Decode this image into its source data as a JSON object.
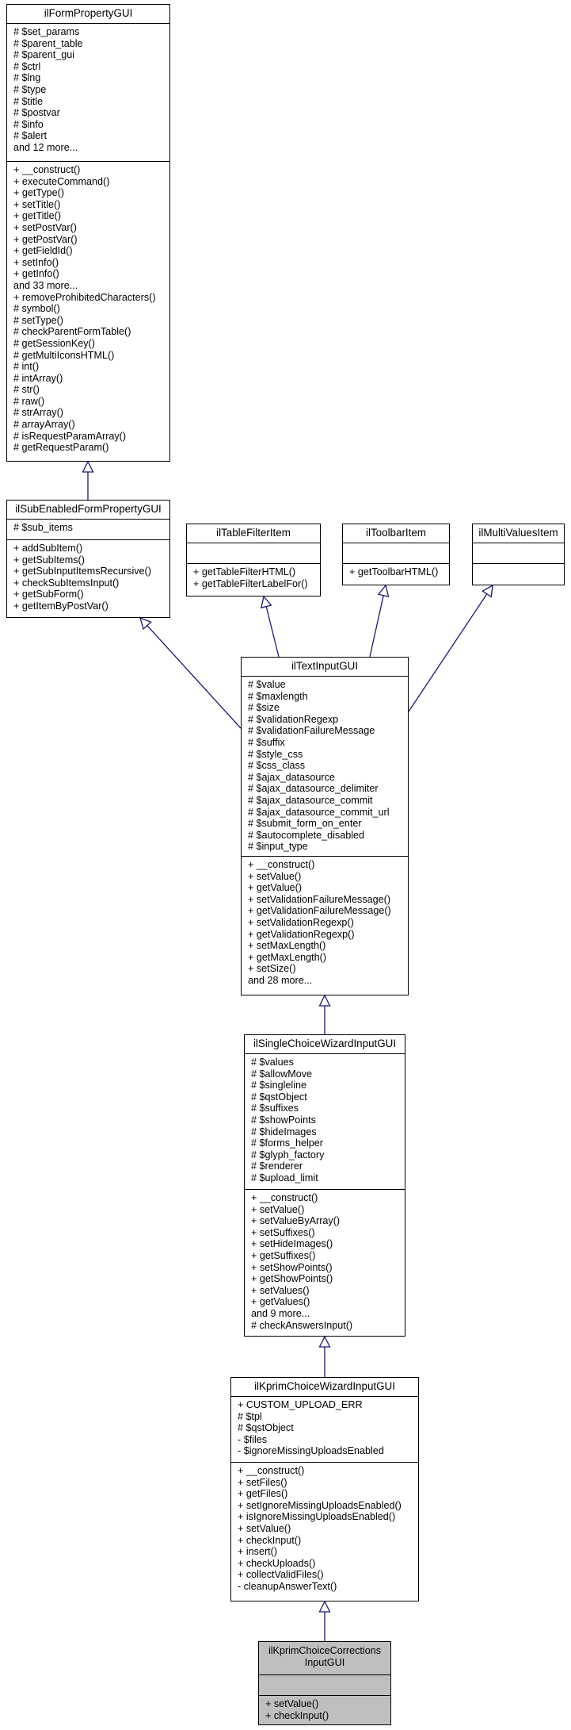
{
  "edge_color": "#191970",
  "classes": {
    "ilFormPropertyGUI": {
      "title": "ilFormPropertyGUI",
      "attributes": [
        "# $set_params",
        "# $parent_table",
        "# $parent_gui",
        "# $ctrl",
        "# $lng",
        "# $type",
        "# $title",
        "# $postvar",
        "# $info",
        "# $alert",
        "and 12 more..."
      ],
      "methods": [
        "+ __construct()",
        "+ executeCommand()",
        "+ getType()",
        "+ setTitle()",
        "+ getTitle()",
        "+ setPostVar()",
        "+ getPostVar()",
        "+ getFieldId()",
        "+ setInfo()",
        "+ getInfo()",
        "and 33 more...",
        "+ removeProhibitedCharacters()",
        "# symbol()",
        "# setType()",
        "# checkParentFormTable()",
        "# getSessionKey()",
        "# getMultiIconsHTML()",
        "# int()",
        "# intArray()",
        "# str()",
        "# raw()",
        "# strArray()",
        "# arrayArray()",
        "# isRequestParamArray()",
        "# getRequestParam()"
      ]
    },
    "ilSubEnabledFormPropertyGUI": {
      "title": "ilSubEnabledFormPropertyGUI",
      "attributes": [
        "# $sub_items"
      ],
      "methods": [
        "+ addSubItem()",
        "+ getSubItems()",
        "+ getSubInputItemsRecursive()",
        "+ checkSubItemsInput()",
        "+ getSubForm()",
        "+ getItemByPostVar()"
      ]
    },
    "ilTableFilterItem": {
      "title": "ilTableFilterItem",
      "attributes": [],
      "methods": [
        "+ getTableFilterHTML()",
        "+ getTableFilterLabelFor()"
      ]
    },
    "ilToolbarItem": {
      "title": "ilToolbarItem",
      "attributes": [],
      "methods": [
        "+ getToolbarHTML()"
      ]
    },
    "ilMultiValuesItem": {
      "title": "ilMultiValuesItem",
      "attributes": [],
      "methods": []
    },
    "ilTextInputGUI": {
      "title": "ilTextInputGUI",
      "attributes": [
        "# $value",
        "# $maxlength",
        "# $size",
        "# $validationRegexp",
        "# $validationFailureMessage",
        "# $suffix",
        "# $style_css",
        "# $css_class",
        "# $ajax_datasource",
        "# $ajax_datasource_delimiter",
        "# $ajax_datasource_commit",
        "# $ajax_datasource_commit_url",
        "# $submit_form_on_enter",
        "# $autocomplete_disabled",
        "# $input_type"
      ],
      "methods": [
        "+ __construct()",
        "+ setValue()",
        "+ getValue()",
        "+ setValidationFailureMessage()",
        "+ getValidationFailureMessage()",
        "+ setValidationRegexp()",
        "+ getValidationRegexp()",
        "+ setMaxLength()",
        "+ getMaxLength()",
        "+ setSize()",
        "and 28 more..."
      ]
    },
    "ilSingleChoiceWizardInputGUI": {
      "title": "ilSingleChoiceWizardInputGUI",
      "attributes": [
        "# $values",
        "# $allowMove",
        "# $singleline",
        "# $qstObject",
        "# $suffixes",
        "# $showPoints",
        "# $hideImages",
        "# $forms_helper",
        "# $glyph_factory",
        "# $renderer",
        "# $upload_limit"
      ],
      "methods": [
        "+ __construct()",
        "+ setValue()",
        "+ setValueByArray()",
        "+ setSuffixes()",
        "+ setHideImages()",
        "+ getSuffixes()",
        "+ setShowPoints()",
        "+ getShowPoints()",
        "+ setValues()",
        "+ getValues()",
        "and 9 more...",
        "# checkAnswersInput()"
      ]
    },
    "ilKprimChoiceWizardInputGUI": {
      "title": "ilKprimChoiceWizardInputGUI",
      "attributes": [
        "+ CUSTOM_UPLOAD_ERR",
        "# $tpl",
        "# $qstObject",
        "- $files",
        "- $ignoreMissingUploadsEnabled"
      ],
      "methods": [
        "+ __construct()",
        "+ setFiles()",
        "+ getFiles()",
        "+ setIgnoreMissingUploadsEnabled()",
        "+ isIgnoreMissingUploadsEnabled()",
        "+ setValue()",
        "+ checkInput()",
        "+ insert()",
        "+ checkUploads()",
        "+ collectValidFiles()",
        "- cleanupAnswerText()"
      ]
    },
    "ilKprimChoiceCorrectionsInputGUI": {
      "title_lines": [
        "ilKprimChoiceCorrections",
        "InputGUI"
      ],
      "attributes": [],
      "methods": [
        "+ setValue()",
        "+ checkInput()"
      ]
    }
  }
}
